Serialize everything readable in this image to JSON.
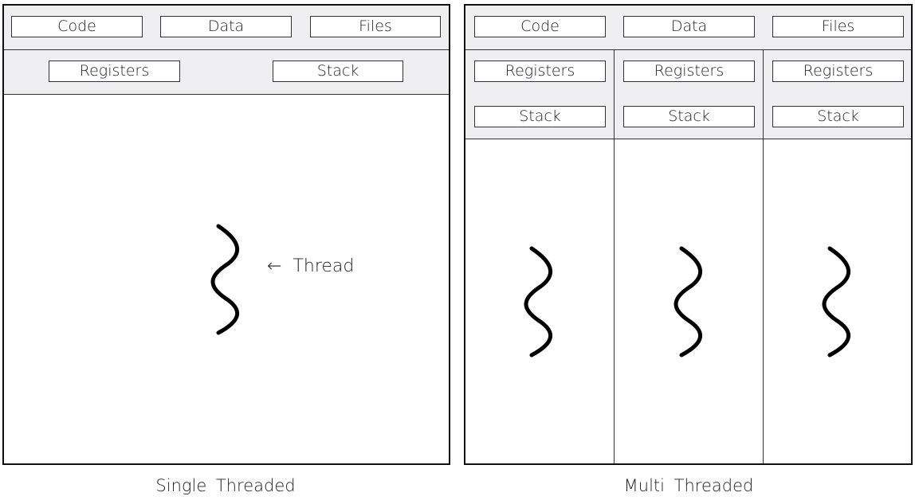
{
  "single": {
    "caption": "Single Threaded",
    "shared": [
      "Code",
      "Data",
      "Files"
    ],
    "registers": "Registers",
    "stack": "Stack",
    "thread_label": "Thread",
    "arrow": "←"
  },
  "multi": {
    "caption": "Multi Threaded",
    "shared": [
      "Code",
      "Data",
      "Files"
    ],
    "threads": [
      {
        "registers": "Registers",
        "stack": "Stack"
      },
      {
        "registers": "Registers",
        "stack": "Stack"
      },
      {
        "registers": "Registers",
        "stack": "Stack"
      }
    ]
  },
  "icons": {
    "thread": "wavy-thread-icon",
    "arrow": "left-arrow-icon"
  }
}
